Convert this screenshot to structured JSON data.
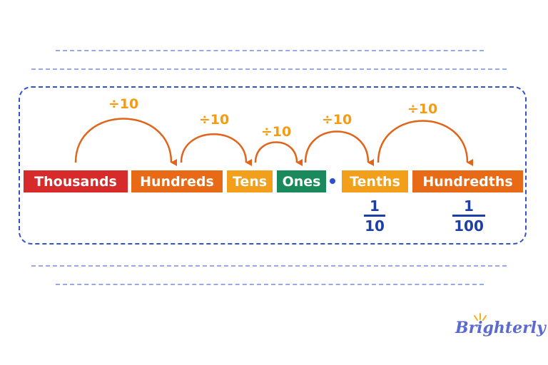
{
  "boxes": [
    {
      "label": "Thousands",
      "color": "#d72a2a"
    },
    {
      "label": "Hundreds",
      "color": "#e86a17"
    },
    {
      "label": "Tens",
      "color": "#f2a01c"
    },
    {
      "label": "Ones",
      "color": "#1a8a5c"
    },
    {
      "label": "Tenths",
      "color": "#f2a01c"
    },
    {
      "label": "Hundredths",
      "color": "#e86a17"
    }
  ],
  "divisors": [
    "÷10",
    "÷10",
    "÷10",
    "÷10",
    "÷10"
  ],
  "fractions": [
    {
      "numerator": "1",
      "denominator": "10"
    },
    {
      "numerator": "1",
      "denominator": "100"
    }
  ],
  "brand": "Brighterly",
  "colors": {
    "arrow": "#e0641a",
    "divisor_text": "#f39c12",
    "frame": "#3552c8",
    "guide_lines": "#9aa9e6",
    "fraction_text": "#1f3fa8"
  }
}
